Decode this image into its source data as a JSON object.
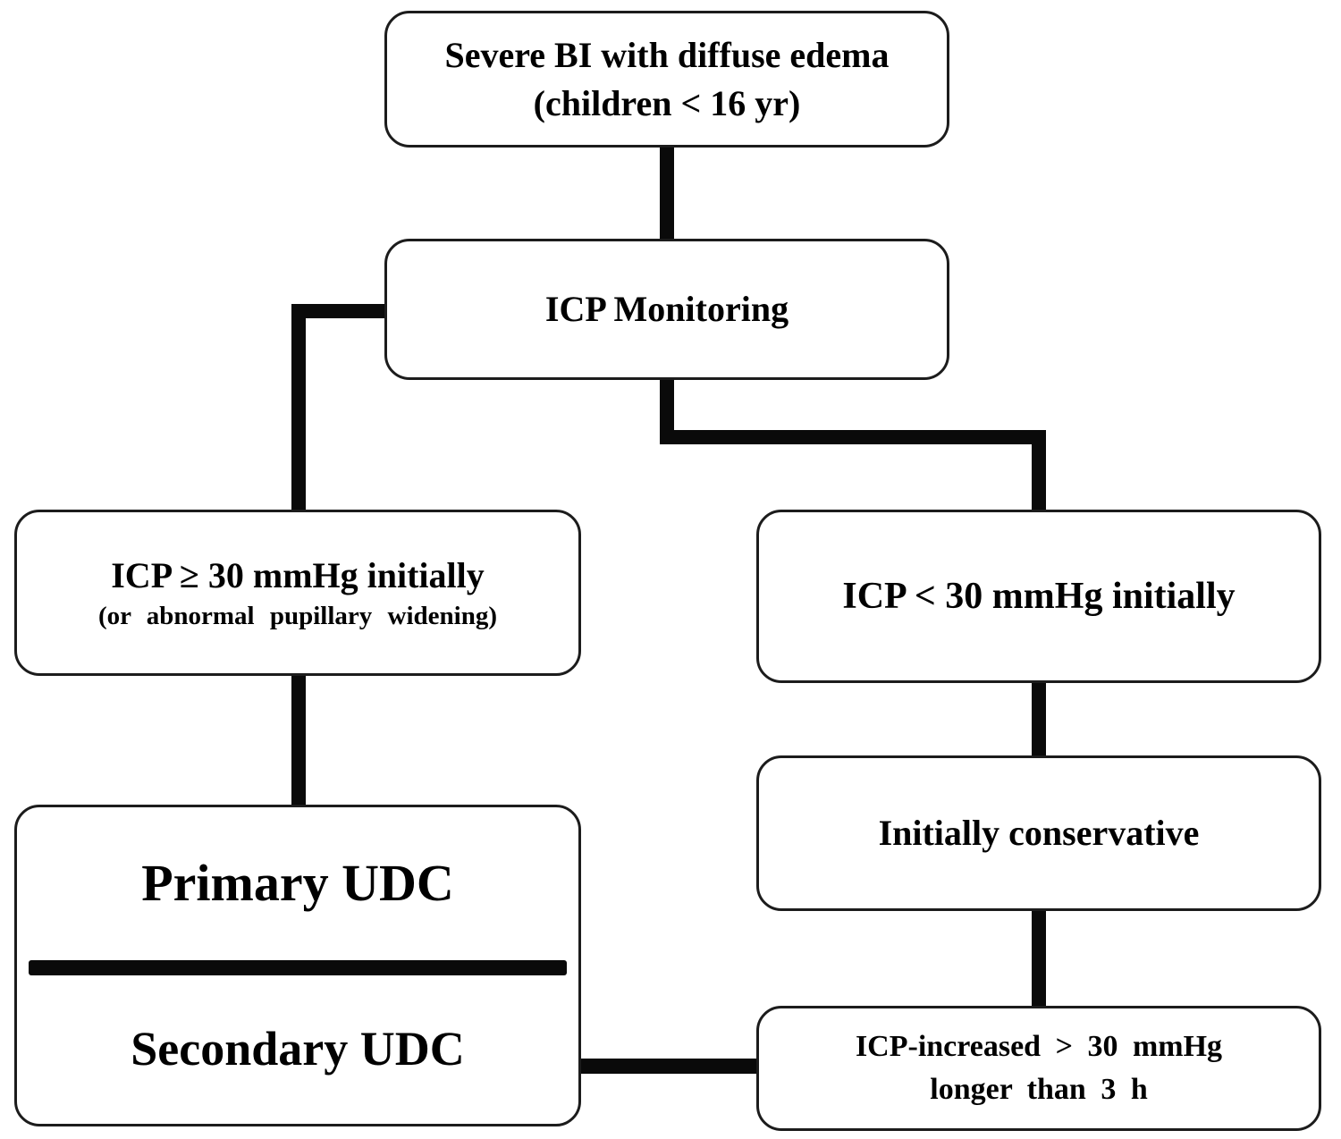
{
  "colors": {
    "background": "#ffffff",
    "border": "#1c1c1c",
    "line": "#0a0a0a",
    "text": "#000000"
  },
  "nodes": {
    "severe_bi": {
      "line1": "Severe BI with diffuse edema",
      "line2": "(children < 16 yr)"
    },
    "icp_monitoring": {
      "label": "ICP Monitoring"
    },
    "icp_high": {
      "line1": "ICP ≥ 30 mmHg initially",
      "line2": "(or abnormal pupillary widening)"
    },
    "icp_low": {
      "label": "ICP < 30 mmHg initially"
    },
    "udc": {
      "primary": "Primary UDC",
      "secondary": "Secondary UDC"
    },
    "conservative": {
      "label": "Initially conservative"
    },
    "icp_increased": {
      "line1": "ICP-increased > 30 mmHg",
      "line2": "longer than 3 h"
    }
  }
}
